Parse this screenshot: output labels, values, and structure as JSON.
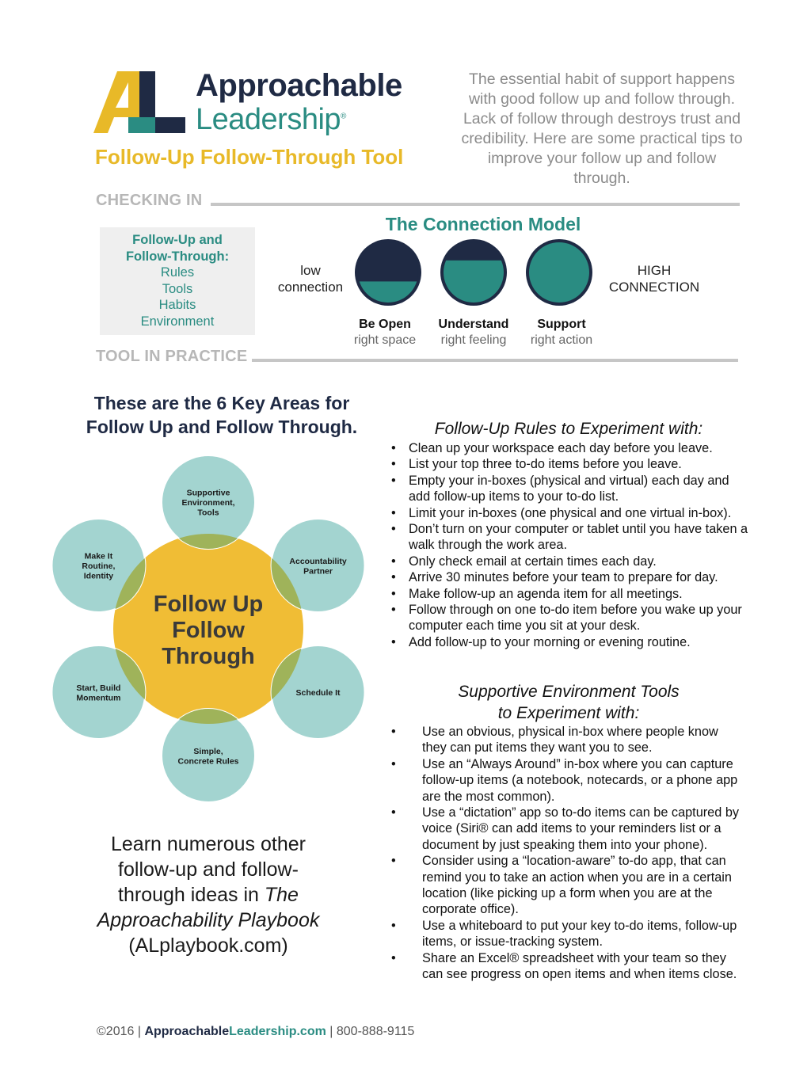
{
  "header": {
    "logo_initials": "AL",
    "logo_word1": "Approachable",
    "logo_word2": "Leadership",
    "logo_reg": "®",
    "tool_title": "Follow-Up Follow-Through Tool",
    "intro": "The essential habit of support happens with good follow up and follow through. Lack of follow through destroys trust and credibility. Here are some practical tips to improve your follow up and follow through."
  },
  "checking_in": {
    "label": "CHECKING IN",
    "box_title_1": "Follow-Up and",
    "box_title_2": "Follow-Through:",
    "box_items": [
      "Rules",
      "Tools",
      "Habits",
      "Environment"
    ]
  },
  "connection_model": {
    "title": "The Connection Model",
    "low_1": "low",
    "low_2": "connection",
    "high_1": "HIGH",
    "high_2": "CONNECTION",
    "levels": [
      {
        "bold": "Be Open",
        "sub": "right space",
        "fill": 0.35
      },
      {
        "bold": "Understand",
        "sub": "right feeling",
        "fill": 0.7
      },
      {
        "bold": "Support",
        "sub": "right action",
        "fill": 1.0
      }
    ]
  },
  "tool_in_practice": {
    "label": "TOOL IN PRACTICE",
    "key_title_1": "These are the 6 Key Areas for",
    "key_title_2": "Follow Up and Follow Through.",
    "center_1": "Follow Up",
    "center_2": "Follow",
    "center_3": "Through",
    "petals": [
      [
        "Supportive",
        "Environment,",
        "Tools"
      ],
      [
        "Accountability",
        "Partner"
      ],
      [
        "Schedule It"
      ],
      [
        "Simple,",
        "Concrete Rules"
      ],
      [
        "Start, Build",
        "Momentum"
      ],
      [
        "Make It",
        "Routine,",
        "Identity"
      ]
    ],
    "learn_1": "Learn numerous other",
    "learn_2": "follow-up and follow-",
    "learn_3": "through ideas in ",
    "learn_3i": "The",
    "learn_4": "Approachability Playbook",
    "learn_5": "(ALplaybook.com)"
  },
  "rules": {
    "title": "Follow-Up Rules to Experiment with:",
    "items": [
      "Clean up your workspace each day before you leave.",
      "List your top three to-do items before you leave.",
      "Empty your in-boxes (physical and virtual) each day and add follow-up items to your to-do list.",
      "Limit your in-boxes (one physical and one virtual in-box).",
      "Don’t turn on your computer or tablet until you have taken a walk through the work area.",
      "Only check email at certain times each day.",
      "Arrive 30 minutes before your team to prepare for day.",
      "Make follow-up an agenda item for all meetings.",
      "Follow through on one to-do item before you wake up your computer each time you sit at your desk.",
      "Add follow-up to your morning or evening routine."
    ]
  },
  "tools": {
    "title_1": "Supportive Environment Tools",
    "title_2": "to Experiment with:",
    "items": [
      "Use an obvious, physical in-box where people know they can put items they want you to see.",
      "Use an “Always Around” in-box where you can capture follow-up items (a notebook, notecards, or a phone app are the most common).",
      "Use a “dictation” app so to-do items can be captured by voice (Siri® can add items to your reminders list or a document by just speaking them into your phone).",
      "Consider using a “location-aware” to-do app, that can remind you to take an action when you are in a certain location (like picking up a form when you are at the corporate office).",
      "Use a whiteboard to put your key to-do items, follow-up items, or issue-tracking system.",
      "Share an Excel® spreadsheet with your team so they can see progress on open items and when items close."
    ]
  },
  "footer": {
    "copyright": "©2016 | ",
    "site_1": "Approachable",
    "site_2": "Leadership.com",
    "phone": " | 800-888-9115"
  },
  "colors": {
    "navy": "#1f2a44",
    "teal": "#2a8c82",
    "light_teal": "#8fcac6",
    "gold": "#f0bd35",
    "gray": "#c6c6c6"
  }
}
